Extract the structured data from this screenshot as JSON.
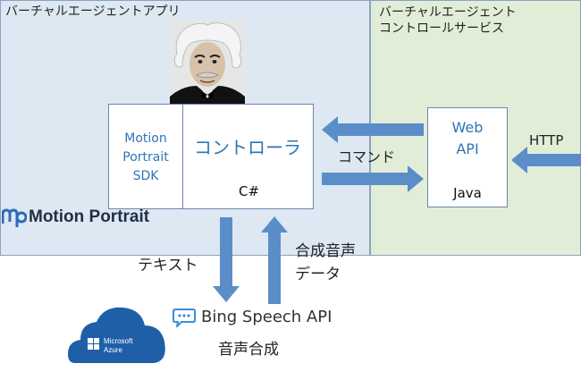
{
  "app": {
    "title": "バーチャルエージェントアプリ",
    "sdk_label_lines": [
      "Motion",
      "Portrait",
      "SDK"
    ],
    "controller_label": "コントローラ",
    "controller_lang": "C#",
    "brand_mark": "mp",
    "brand_name": "Motion Portrait"
  },
  "service": {
    "title_lines": [
      "バーチャルエージェント",
      "コントロールサービス"
    ],
    "api_label_lines": [
      "Web",
      "API"
    ],
    "api_lang": "Java"
  },
  "labels": {
    "command": "コマンド",
    "http": "HTTP",
    "text": "テキスト",
    "synth_data_lines": [
      "合成音声",
      "データ"
    ],
    "bing": "Bing Speech API",
    "tts": "音声合成",
    "azure_line1": "Microsoft",
    "azure_line2": "Azure"
  },
  "colors": {
    "arrow": "#5b8ec9",
    "accent_text": "#2e75b6",
    "app_bg": "#dde8f3",
    "service_bg": "#e2edd8",
    "cloud": "#1f5fa8"
  }
}
